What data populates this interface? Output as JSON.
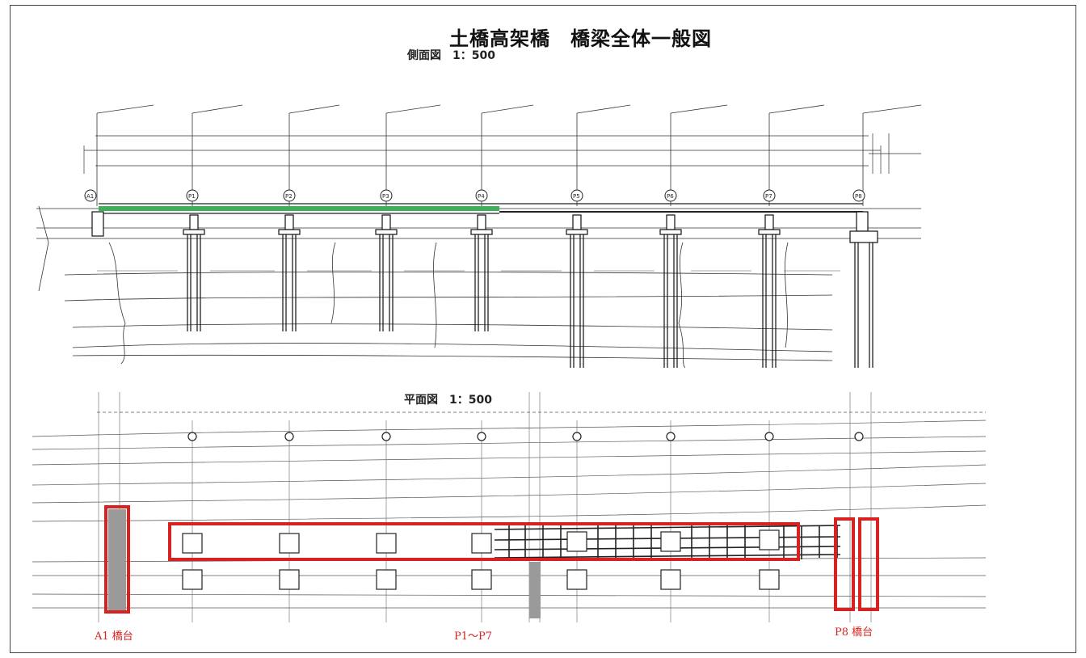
{
  "drawing": {
    "title": "土橋高架橋　橋梁全体一般図",
    "side_view_label": "側面図　1：500",
    "plan_view_label": "平面図　1：500"
  },
  "piers": [
    "A1",
    "P1",
    "P2",
    "P3",
    "P4",
    "P5",
    "P6",
    "P7",
    "P8"
  ],
  "highlights": [
    {
      "label": "A1 橋台"
    },
    {
      "label": "P1～P7"
    },
    {
      "label": "P8 橋台"
    }
  ],
  "colors": {
    "highlight": "#d8221f",
    "deck": "#3cb15a",
    "line": "#333333"
  }
}
